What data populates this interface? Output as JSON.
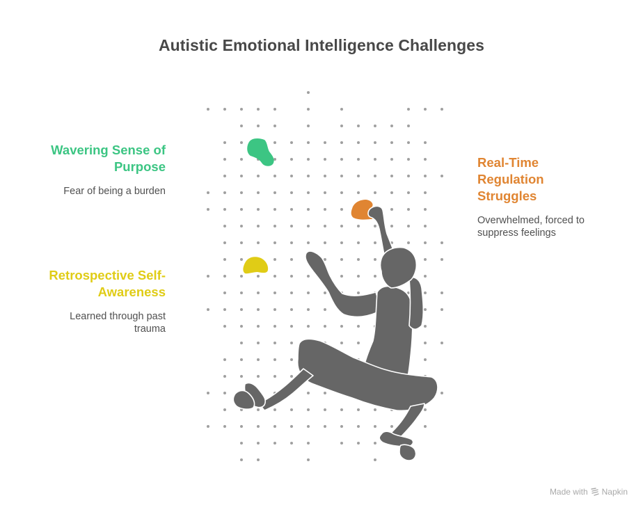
{
  "title": "Autistic Emotional Intelligence Challenges",
  "items": [
    {
      "heading_lines": [
        "Wavering Sense of",
        "Purpose"
      ],
      "description_lines": [
        "Fear of being a burden"
      ],
      "color": "#3cc583",
      "hold": "green"
    },
    {
      "heading_lines": [
        "Retrospective Self-",
        "Awareness"
      ],
      "description_lines": [
        "Learned through past",
        "trauma"
      ],
      "color": "#e0cc16",
      "hold": "yellow"
    },
    {
      "heading_lines": [
        "Real-Time",
        "Regulation",
        "Struggles"
      ],
      "description_lines": [
        "Overwhelmed, forced to",
        "suppress feelings"
      ],
      "color": "#e08532",
      "hold": "orange"
    }
  ],
  "illustration": {
    "subject": "rock climber silhouette on dotted climbing wall",
    "figure_color": "#666666",
    "dot_color": "#a0a0a0"
  },
  "footer": {
    "made_with": "Made with",
    "brand": "Napkin",
    "icon": "napkin-logo-icon"
  }
}
